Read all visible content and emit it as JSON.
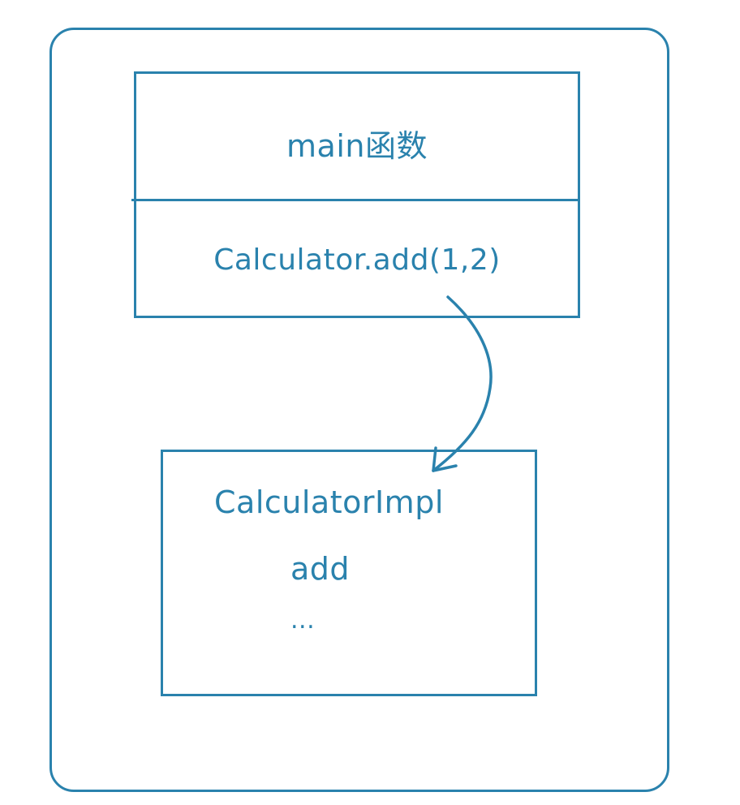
{
  "diagram": {
    "stack_frame": {
      "top_label": "main函数",
      "call_label": "Calculator.add(1,2)"
    },
    "implementation": {
      "class_name": "CalculatorImpl",
      "method": "add",
      "more": "..."
    }
  },
  "colors": {
    "stroke": "#2a82ad",
    "text": "#2a82ad",
    "background": "#ffffff"
  }
}
